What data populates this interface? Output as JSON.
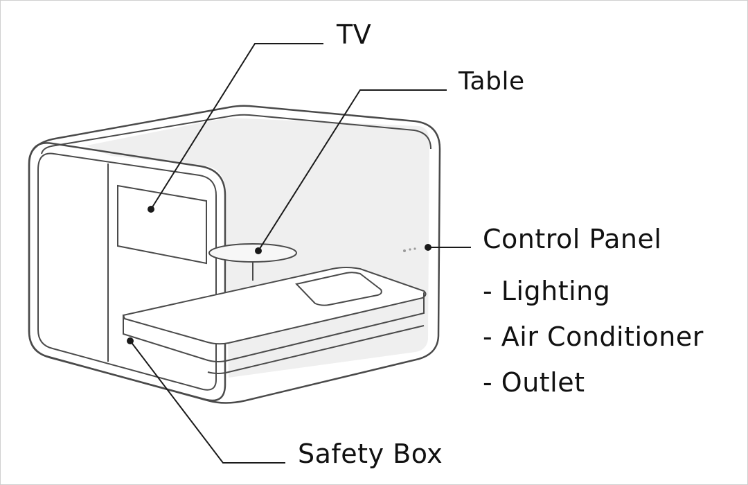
{
  "labels": {
    "tv": "TV",
    "table": "Table",
    "control_panel": "Control Panel",
    "control_panel_features": [
      "- Lighting",
      "- Air Conditioner",
      "- Outlet"
    ],
    "safety_box": "Safety Box"
  },
  "colors": {
    "line": "#1a1a1a",
    "outline": "#4a4a4a",
    "interior_shade": "#ececec",
    "background": "#ffffff"
  }
}
